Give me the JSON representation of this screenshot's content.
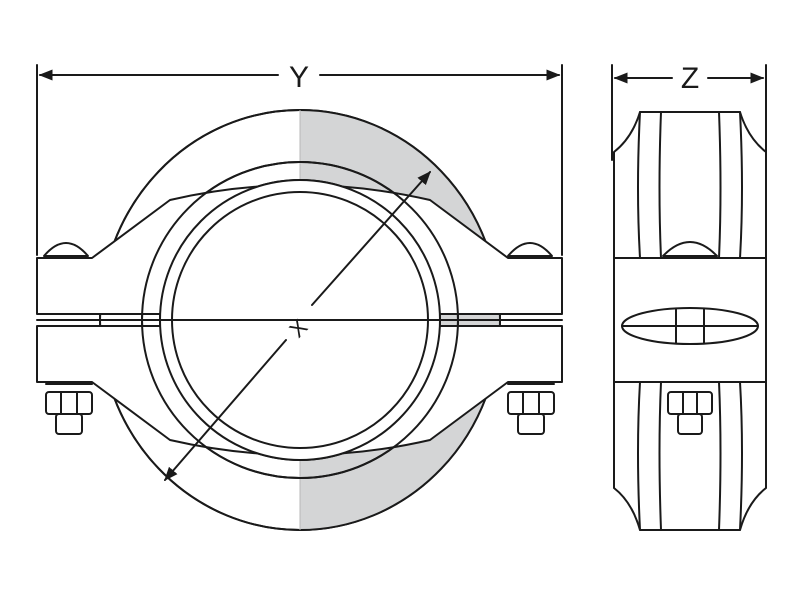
{
  "labels": {
    "width_dimension": "Y",
    "depth_dimension": "Z",
    "bore_dimension": "X"
  },
  "colors": {
    "line": "#1a1a1a",
    "shade": "#d4d5d6",
    "background": "#ffffff"
  }
}
